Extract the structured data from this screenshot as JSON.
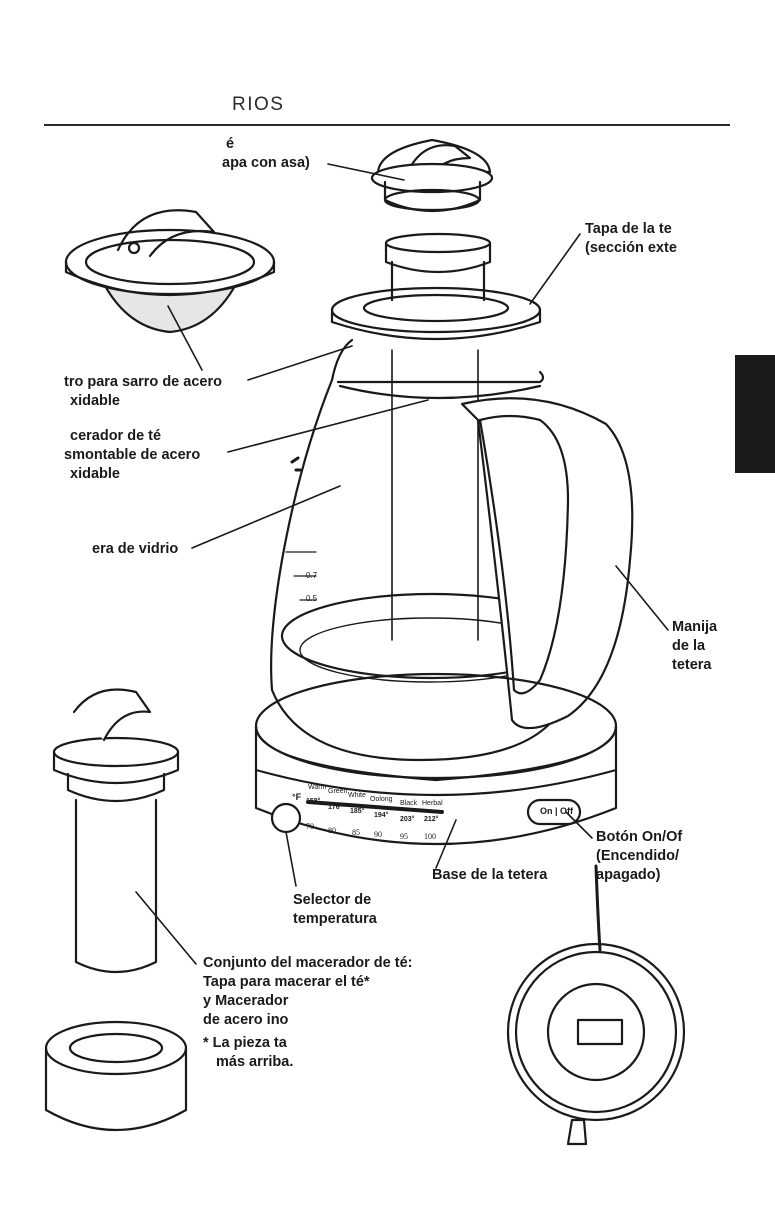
{
  "header": {
    "title": "RIOS"
  },
  "labels": {
    "lid_top": [
      "é",
      "apa con asa)"
    ],
    "kettle_lid": [
      "Tapa de la te",
      "(sección exte"
    ],
    "filter": [
      "tro para sarro de acero",
      "xidable"
    ],
    "infuser": [
      "cerador de té",
      "smontable de acero",
      "xidable"
    ],
    "carafe": [
      "era de vidrio"
    ],
    "handle": [
      "Manija",
      "de la",
      "tetera"
    ],
    "power": [
      "Botón On/Of",
      "(Encendido/",
      "apagado)"
    ],
    "base": [
      "Base de la tetera"
    ],
    "selector": [
      "Selector de",
      "temperatura"
    ],
    "assembly": [
      "Conjunto del macerador de té:",
      "Tapa para macerar el té*",
      "y Macerador",
      "de acero ino"
    ],
    "note": [
      "* La pieza ta",
      "más arriba."
    ]
  },
  "dial": {
    "unit": "°F",
    "names": [
      "Warm",
      "Green",
      "White",
      "Oolong",
      "Black",
      "Herbal"
    ],
    "fahrenheit": [
      "158°",
      "176°",
      "185°",
      "194°",
      "203°",
      "212°"
    ],
    "celsius": [
      "70",
      "80",
      "85",
      "90",
      "95",
      "100"
    ],
    "switch_label": "On | Off"
  },
  "carafe_marks": [
    "0.7",
    "0.5"
  ],
  "colors": {
    "ink": "#1a1a1a",
    "tab": "#1a1a1a"
  },
  "icons": [
    "lid-illustration",
    "strainer-illustration",
    "kettle-illustration",
    "infuser-illustration",
    "base-underside-illustration"
  ]
}
